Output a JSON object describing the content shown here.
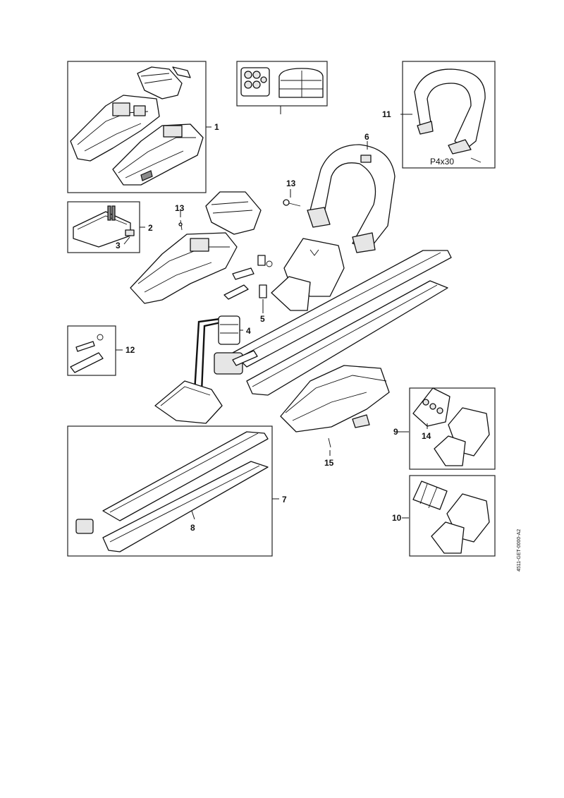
{
  "callouts": {
    "c1": "1",
    "c2": "2",
    "c3": "3",
    "c4": "4",
    "c5": "5",
    "c6": "6",
    "c7": "7",
    "c8": "8",
    "c9": "9",
    "c10": "10",
    "c11": "11",
    "c12": "12",
    "c13a": "13",
    "c13b": "13",
    "c14": "14",
    "c15": "15"
  },
  "screw_label": "P4x30",
  "doc_reference": "4511-GET-0000-A2"
}
